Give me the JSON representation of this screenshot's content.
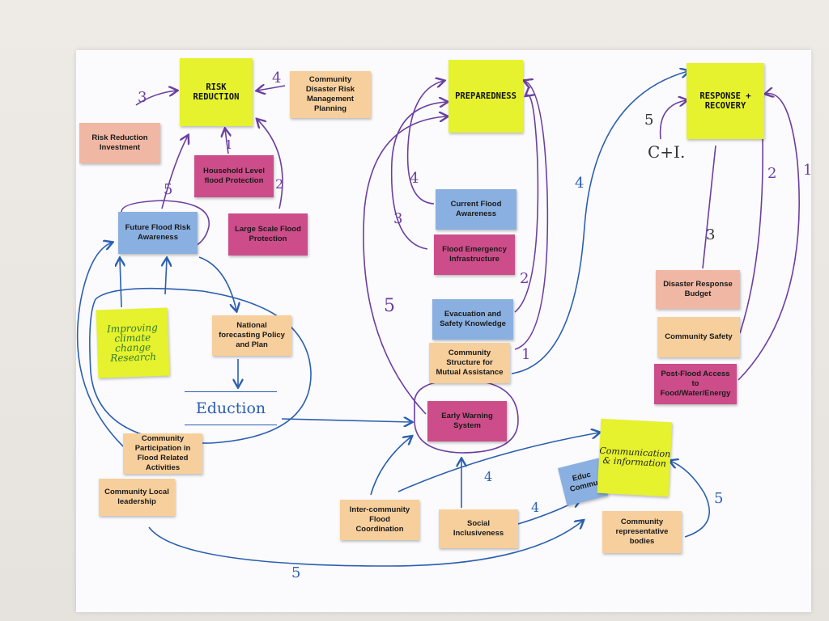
{
  "hubs": {
    "risk_reduction": "RISK REDUCTION",
    "preparedness": "PREPAREDNESS",
    "response_recovery": "RESPONSE + RECOVERY",
    "communication_information": "Communication & information"
  },
  "notes": {
    "risk_reduction_investment": "Risk Reduction Investment",
    "community_disaster_risk_management_planning": "Community Disaster Risk Management Planning",
    "household_level_flood_protection": "Household Level flood Protection",
    "large_scale_flood_protection": "Large Scale Flood Protection",
    "future_flood_risk_awareness": "Future Flood Risk Awareness",
    "improving_climate_change_research": "Improving climate change Research",
    "national_forecasting_policy_and_plan": "National forecasting Policy and Plan",
    "community_participation": "Community Participation in Flood Related Activities",
    "community_local_leadership": "Community Local leadership",
    "current_flood_awareness": "Current Flood Awareness",
    "flood_emergency_infrastructure": "Flood Emergency Infrastructure",
    "evacuation_safety_knowledge": "Evacuation and Safety Knowledge",
    "community_structure_mutual_assistance": "Community Structure for Mutual Assistance",
    "early_warning_system": "Early Warning System",
    "inter_community_flood_coordination": "Inter-community Flood Coordination",
    "social_inclusiveness": "Social Inclusiveness",
    "education_community": "Educ Commu",
    "community_representative_bodies": "Community representative bodies",
    "disaster_response_budget": "Disaster Response Budget",
    "community_safety": "Community Safety",
    "post_flood_access": "Post-Flood Access to Food/Water/Energy"
  },
  "handwritten": {
    "education": "Eduction",
    "c_plus_i": "C+I.",
    "n3_rr": "3",
    "n4_rr": "4",
    "n1_rr": "1",
    "n2_rr": "2",
    "n5_rr": "5",
    "n4_prep": "4",
    "n3_prep": "3",
    "n2_prep": "2",
    "n1_prep": "1",
    "n5_prep": "5",
    "n4_resp": "4",
    "n5_resp": "5",
    "n3_resp": "3",
    "n2_resp": "2",
    "n1_resp": "1",
    "n4_comm_a": "4",
    "n4_comm_b": "4",
    "n5_comm": "5",
    "n5_bottom": "5"
  },
  "colors": {
    "board": "#fbfbfd",
    "purple_ink": "#6c3fa0",
    "blue_ink": "#2c5fb0",
    "yellow_note": "#e5f22d",
    "orange_note": "#f6cf9c",
    "pink_note": "#cc4d89",
    "blue_note": "#8ab0e1",
    "salmon_note": "#f0b8a4"
  }
}
